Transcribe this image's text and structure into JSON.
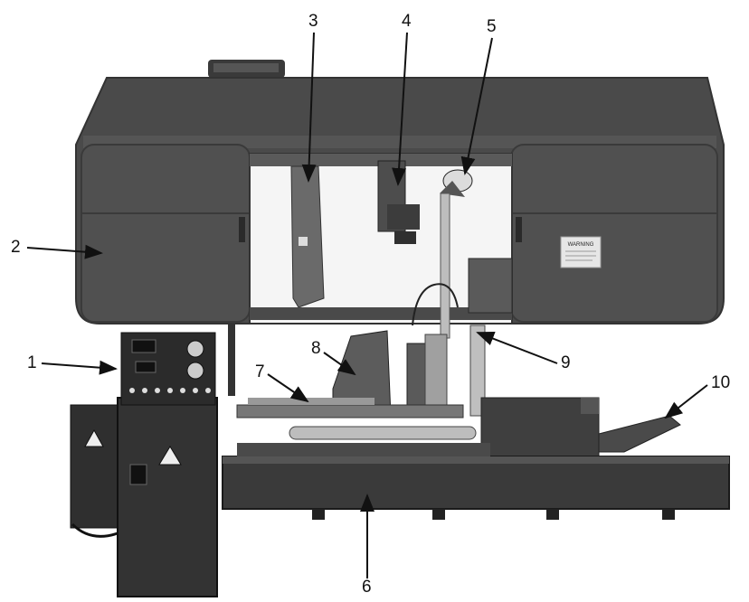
{
  "diagram": {
    "callouts": [
      {
        "id": "1",
        "label": "1"
      },
      {
        "id": "2",
        "label": "2"
      },
      {
        "id": "3",
        "label": "3"
      },
      {
        "id": "4",
        "label": "4"
      },
      {
        "id": "5",
        "label": "5"
      },
      {
        "id": "6",
        "label": "6"
      },
      {
        "id": "7",
        "label": "7"
      },
      {
        "id": "8",
        "label": "8"
      },
      {
        "id": "9",
        "label": "9"
      },
      {
        "id": "10",
        "label": "10"
      }
    ],
    "warning_label": "WARNING"
  },
  "colors": {
    "machine_dark": "#2f2f2f",
    "machine_mid": "#4a4a4a",
    "machine_light": "#6a6a6a",
    "steel": "#bdbdbd",
    "line": "#111111"
  }
}
